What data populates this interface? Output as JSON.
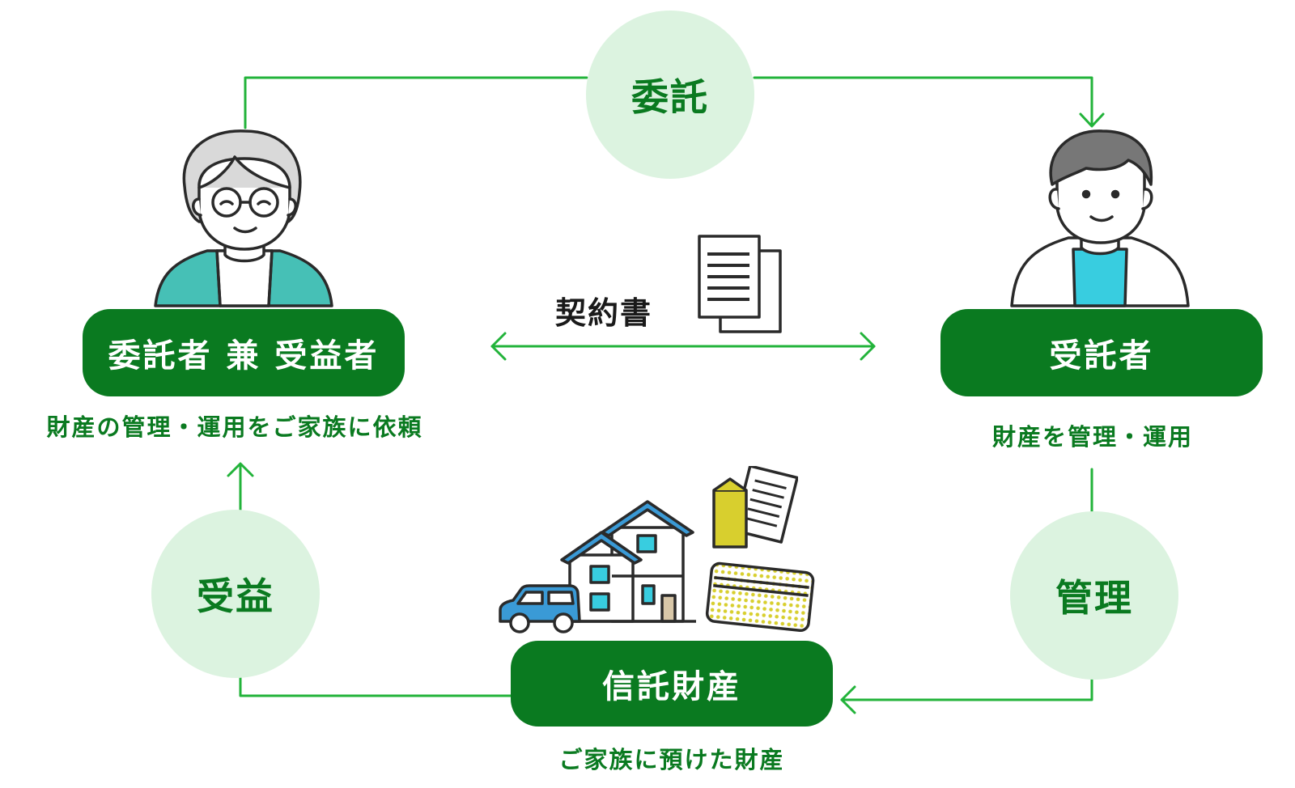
{
  "roles": {
    "settlor": {
      "label": "委託者 兼 受益者",
      "caption": "財産の管理・運用をご家族に依頼"
    },
    "trustee": {
      "label": "受託者",
      "caption": "財産を管理・運用"
    },
    "property": {
      "label": "信託財産",
      "caption": "ご家族に預けた財産"
    }
  },
  "actions": {
    "entrust": "委託",
    "manage": "管理",
    "benefit": "受益"
  },
  "contract": {
    "label": "契約書"
  },
  "colors": {
    "accent": "#0a7a20",
    "line": "#22b33a",
    "circle_fill": "#dcf3e0",
    "teal": "#46c0b6",
    "cyan": "#38cde0",
    "car_blue": "#3a9ad6",
    "mustard": "#d8cf2e"
  }
}
